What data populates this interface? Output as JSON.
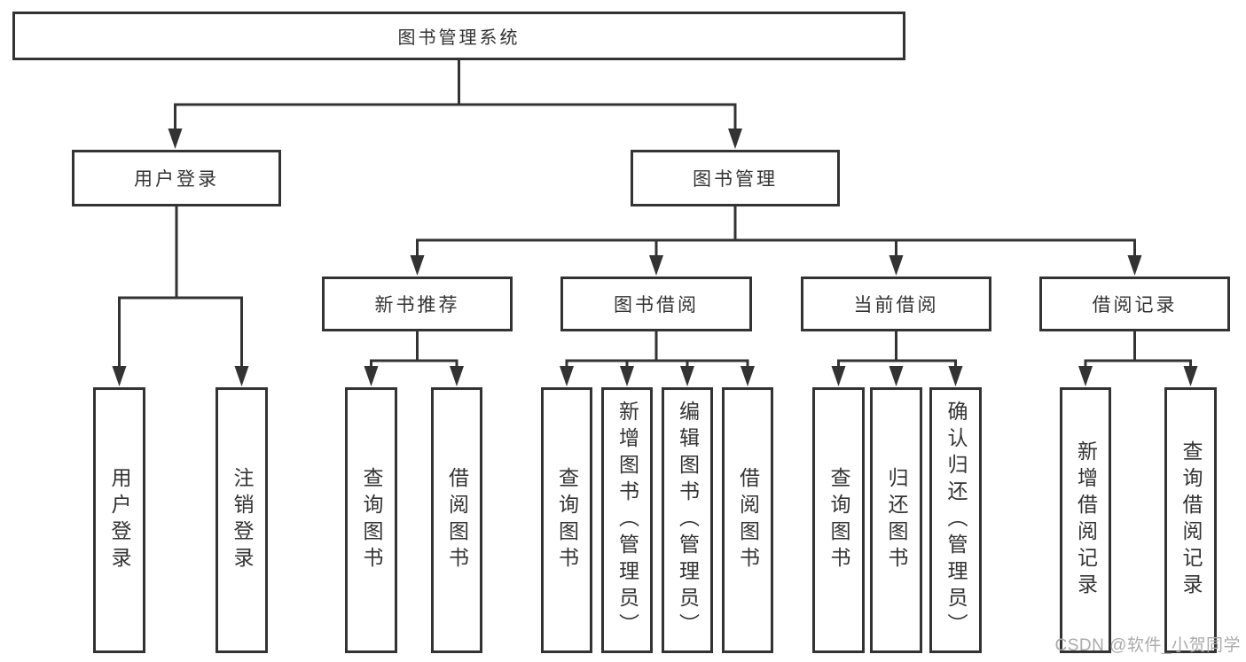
{
  "diagram": {
    "root": "图书管理系统",
    "branches": [
      {
        "label": "用户登录",
        "leaves": [
          "用户登录",
          "注销登录"
        ]
      },
      {
        "label": "图书管理",
        "sections": [
          {
            "label": "新书推荐",
            "leaves": [
              "查询图书",
              "借阅图书"
            ]
          },
          {
            "label": "图书借阅",
            "leaves": [
              "查询图书",
              "新增图书（管理员）",
              "编辑图书（管理员）",
              "借阅图书"
            ]
          },
          {
            "label": "当前借阅",
            "leaves": [
              "查询图书",
              "归还图书",
              "确认归还（管理员）"
            ]
          },
          {
            "label": "借阅记录",
            "leaves": [
              "新增借阅记录",
              "查询借阅记录"
            ]
          }
        ]
      }
    ]
  },
  "colors": {
    "line": "#333333",
    "box_border": "#333333",
    "box_background": "#ffffff",
    "text": "#333333",
    "watermark": "#ababab"
  },
  "watermark": "CSDN @软件_小贺同学"
}
